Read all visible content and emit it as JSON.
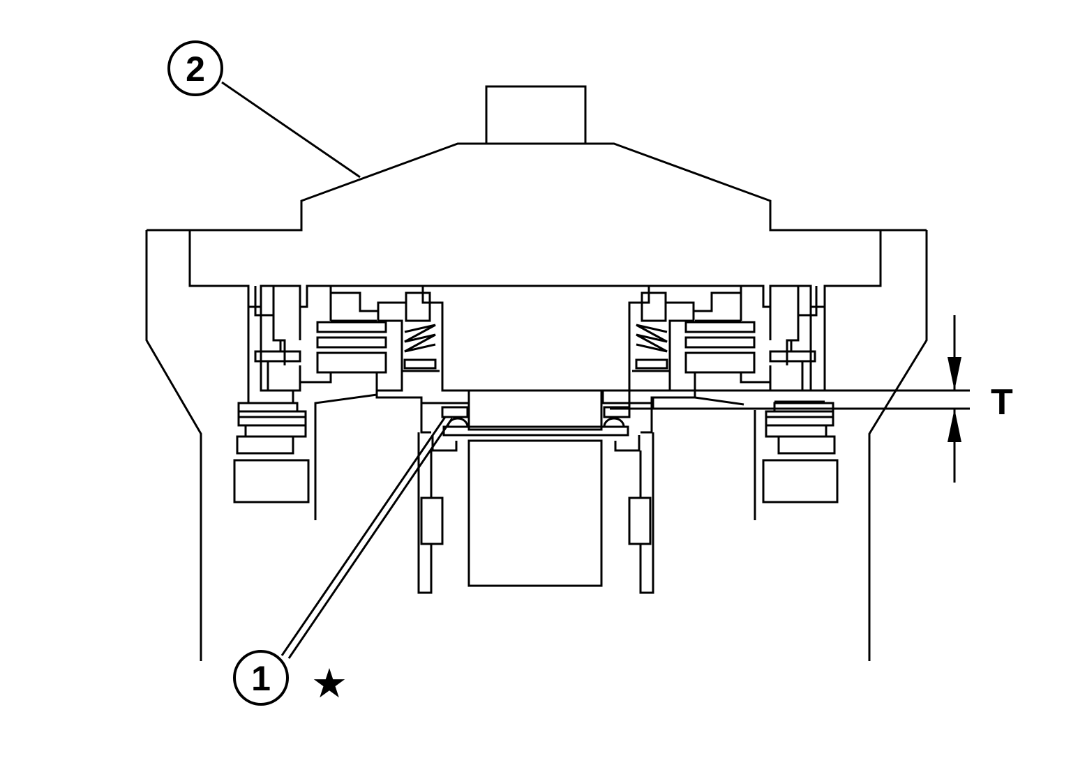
{
  "callouts": [
    {
      "number": "2"
    },
    {
      "number": "1",
      "marker": "★"
    }
  ],
  "dimension": {
    "label": "T"
  },
  "colors": {
    "line": "#000000",
    "background": "#ffffff"
  }
}
